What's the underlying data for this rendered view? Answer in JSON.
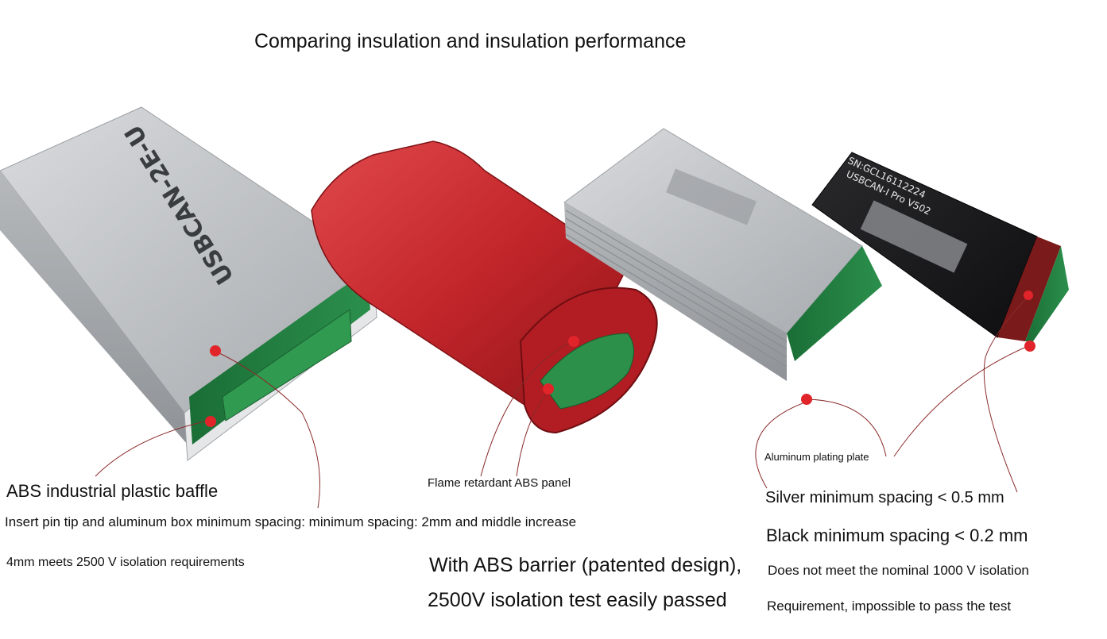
{
  "title": "Comparing insulation and insulation performance",
  "device_labels": {
    "silver_left_model": "USBCAN-2E-U",
    "black_serial": "SN:GCL16112224",
    "black_model": "USBCAN-I Pro V502"
  },
  "left_notes": {
    "baffle": "ABS industrial plastic baffle",
    "spacing": "Insert pin tip and aluminum box minimum spacing: minimum spacing: 2mm and middle increase",
    "requirement": "4mm meets 2500 V isolation requirements"
  },
  "middle_notes": {
    "panel": "Flame retardant ABS panel",
    "barrier": "With ABS barrier (patented design),",
    "test": "2500V isolation test easily passed"
  },
  "right_notes": {
    "plating": "Aluminum plating plate",
    "silver": "Silver minimum spacing < 0.5 mm",
    "black": "Black minimum spacing < 0.2 mm",
    "not_meet": "Does not meet the nominal 1000 V isolation",
    "impossible": "Requirement, impossible to pass the test"
  },
  "colors": {
    "background": "#ffffff",
    "aluminum": "#c3c6c9",
    "red_case": "#c4262b",
    "black_case": "#1b1b1d",
    "pcb_green": "#1f7a3e",
    "marker": "#e0242a",
    "leader_line": "#8a2a2a"
  }
}
